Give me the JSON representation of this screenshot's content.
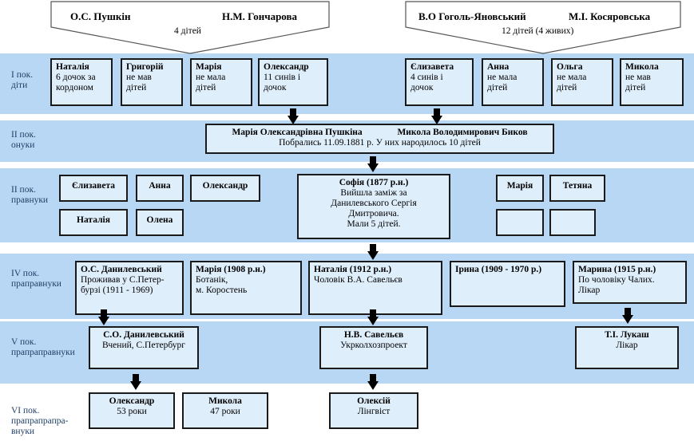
{
  "top_left": {
    "husband": "О.С. Пушкін",
    "wife": "Н.М. Гончарова",
    "children": "4 дітей"
  },
  "top_right": {
    "husband": "В.О Гоголь-Яновський",
    "wife": "М.І. Косяровська",
    "children": "12 дітей (4 живих)"
  },
  "generations": {
    "g1": [
      "І пок.",
      "діти"
    ],
    "g2": [
      "ІІ пок.",
      "онуки"
    ],
    "g3": [
      "ІІ пок.",
      "правнуки"
    ],
    "g4": [
      "IV пок.",
      "праправнуки"
    ],
    "g5": [
      "V пок.",
      "прапраправнуки"
    ],
    "g6": [
      "VI пок.",
      "прапрапрапра-",
      "внуки"
    ]
  },
  "row1": [
    {
      "name": "Наталія",
      "lines": [
        "6 дочок за",
        "кордоном"
      ]
    },
    {
      "name": "Григорій",
      "lines": [
        "не мав",
        "дітей"
      ]
    },
    {
      "name": "Марія",
      "lines": [
        "не мала",
        "дітей"
      ]
    },
    {
      "name": "Олександр",
      "lines": [
        "11 синів  і",
        "дочок"
      ]
    },
    {
      "name": "Єлизавета",
      "lines": [
        "4 синів і",
        "дочок"
      ]
    },
    {
      "name": "Анна",
      "lines": [
        "не мала",
        "дітей"
      ]
    },
    {
      "name": "Ольга",
      "lines": [
        "не мала",
        "дітей"
      ]
    },
    {
      "name": "Микола",
      "lines": [
        "не мав",
        "дітей"
      ]
    }
  ],
  "marriage": {
    "wife": "Марія Олександрівна Пушкіна",
    "husband": "Микола Володимирович Биков",
    "note": "Побрались 11.09.1881 р. У них народилось 10 дітей"
  },
  "row3": {
    "elyzaveta": "Єлизавета",
    "anna": "Анна",
    "oleksandr": "Олександр",
    "natalia": "Наталія",
    "olena": "Олена",
    "sofia": {
      "name": "Софія (1877 р.н.)",
      "lines": [
        "Вийшла заміж за",
        "Данилевського Сергія",
        "Дмитровича.",
        "Мали 5 дітей."
      ]
    },
    "maria": "Марія",
    "tetiana": "Тетяна"
  },
  "row4": [
    {
      "name": "О.С. Данилевський",
      "lines": [
        "Проживав у С.Петер-",
        "бурзі (1911 - 1969)"
      ]
    },
    {
      "name": "Марія (1908 р.н.)",
      "lines": [
        "Ботанік,",
        "м. Коростень"
      ]
    },
    {
      "name": "Наталія (1912 р.н.)",
      "lines": [
        "Чоловік В.А. Савельєв"
      ]
    },
    {
      "name": "Ірина (1909 - 1970 р.)",
      "lines": []
    },
    {
      "name": "Марина (1915 р.н.)",
      "lines": [
        "По чоловіку Чалих.",
        "Лікар"
      ]
    }
  ],
  "row5": [
    {
      "name": "С.О. Данилевський",
      "lines": [
        "Вчений, С.Петербург"
      ]
    },
    {
      "name": "Н.В. Савельєв",
      "lines": [
        "Укрколхозпроект"
      ]
    },
    {
      "name": "Т.І. Лукаш",
      "lines": [
        "Лікар"
      ]
    }
  ],
  "row6": [
    {
      "name": "Олександр",
      "lines": [
        "53 роки"
      ]
    },
    {
      "name": "Микола",
      "lines": [
        "47 роки"
      ]
    },
    {
      "name": "Олексій",
      "lines": [
        "Лінгвіст"
      ]
    }
  ],
  "colors": {
    "band": "#b7d7f4",
    "box": "#dfeefb",
    "border": "#1a1a1a",
    "label": "#1f3f66"
  }
}
